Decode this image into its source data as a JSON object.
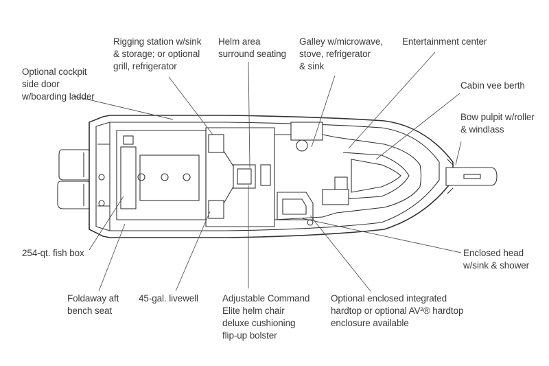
{
  "labels": {
    "rigging": [
      "Rigging station w/sink",
      "& storage; or optional",
      "grill, refrigerator"
    ],
    "helm_area": [
      "Helm area",
      "surround seating"
    ],
    "galley": [
      "Galley w/microwave,",
      "stove, refrigerator",
      "& sink"
    ],
    "entertainment": [
      "Entertainment center"
    ],
    "cockpit_door": [
      "Optional cockpit",
      "side door",
      "w/boarding ladder"
    ],
    "vee_berth": [
      "Cabin vee berth"
    ],
    "bow_pulpit": [
      "Bow pulpit w/roller",
      "& windlass"
    ],
    "fish_box": [
      "254-qt. fish box"
    ],
    "enclosed_head": [
      "Enclosed head",
      "w/sink & shower"
    ],
    "aft_bench": [
      "Foldaway aft",
      "bench seat"
    ],
    "livewell": [
      "45-gal. livewell"
    ],
    "helm_chair": [
      "Adjustable Command",
      "Elite helm chair",
      "deluxe cushioning",
      "flip-up bolster"
    ],
    "hardtop": [
      "Optional enclosed integrated",
      "hardtop or optional AV²® hardtop",
      "enclosure available"
    ]
  },
  "colors": {
    "line": "#333333",
    "text": "#3a3a3a"
  }
}
